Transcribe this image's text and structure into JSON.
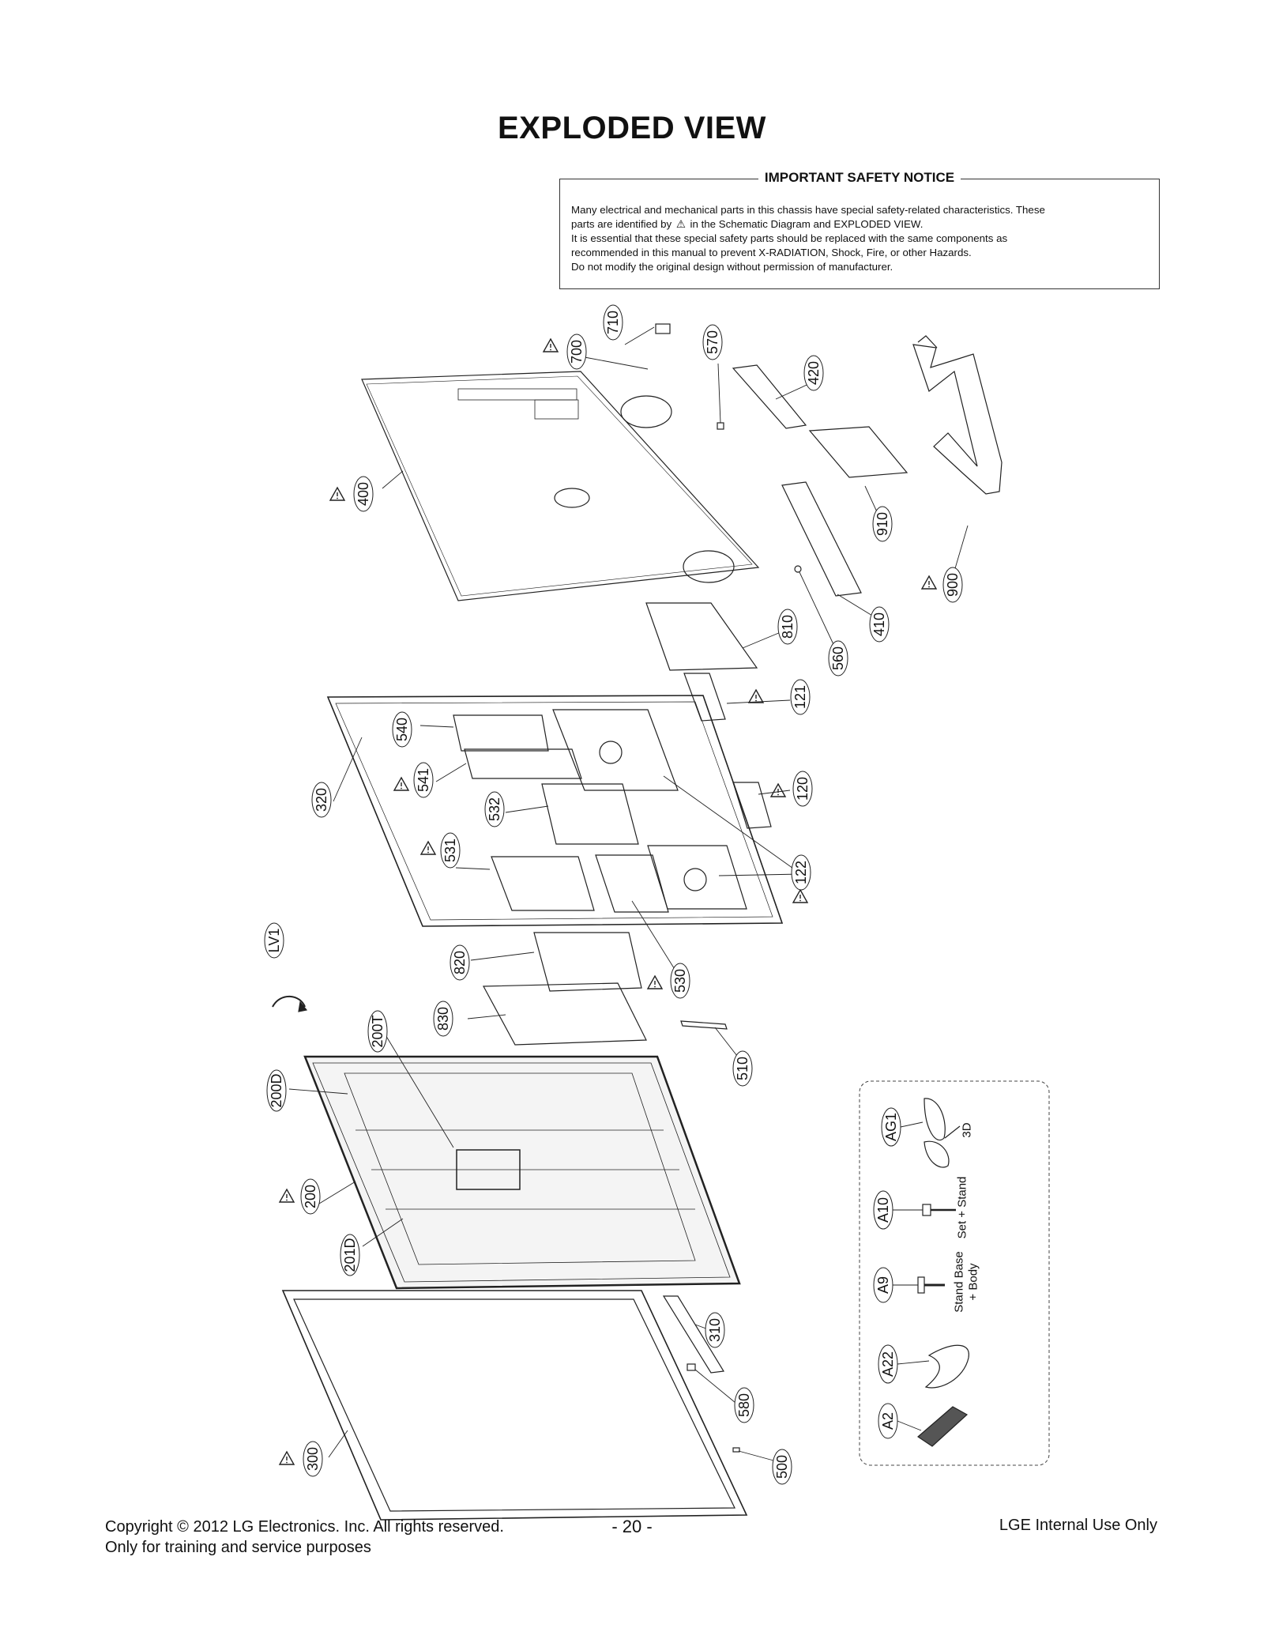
{
  "page": {
    "title": "EXPLODED VIEW"
  },
  "safety_notice": {
    "heading": "IMPORTANT SAFETY NOTICE",
    "lines": [
      "Many electrical and mechanical parts in this chassis have special safety-related characteristics. These",
      "parts are identified by",
      "in the Schematic Diagram and EXPLODED VIEW.",
      "It is essential that these special safety parts should be replaced with the same components as",
      "recommended in this manual to prevent X-RADIATION, Shock, Fire, or other Hazards.",
      "Do not modify the original design without permission of manufacturer."
    ],
    "warning_symbol": "⚠"
  },
  "part_labels": {
    "p700": "700",
    "p710": "710",
    "p570": "570",
    "p420": "420",
    "p400": "400",
    "p910": "910",
    "p900": "900",
    "p410": "410",
    "p560": "560",
    "p810": "810",
    "p121": "121",
    "p540": "540",
    "p541": "541",
    "p320": "320",
    "p532": "532",
    "p120": "120",
    "p531": "531",
    "p122": "122",
    "p530": "530",
    "pLV1": "LV1",
    "p820": "820",
    "p830": "830",
    "p200T": "200T",
    "p510": "510",
    "p200D": "200D",
    "p200": "200",
    "p201D": "201D",
    "p310": "310",
    "p580": "580",
    "p300": "300",
    "p500": "500",
    "pAG1": "AG1",
    "pA10": "A10",
    "pA9": "A9",
    "pA22": "A22",
    "pA2": "A2"
  },
  "accessory_notes": {
    "ag1": "3D",
    "a10": "Set + Stand",
    "a9_line1": "Stand Base",
    "a9_line2": "+ Body"
  },
  "footer": {
    "copyright_line1": "Copyright  © 2012  LG Electronics. Inc. All rights reserved.",
    "copyright_line2": "Only for training and service purposes",
    "page_number": "- 20 -",
    "internal": "LGE Internal Use Only"
  }
}
